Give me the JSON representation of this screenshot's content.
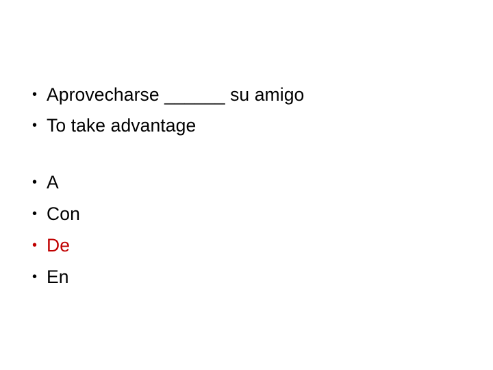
{
  "slide": {
    "background_color": "#FFFFFF",
    "text_color": "#000000",
    "answer_color": "#C00000",
    "bullet_glyph": "•",
    "prompt_group": [
      {
        "id": "prompt-spanish",
        "text": "Aprovecharse ______ su amigo",
        "text_before_blank": "Aprovecharse ",
        "blank": "______",
        "text_after_blank": " su amigo",
        "is_answer": false
      },
      {
        "id": "prompt-english",
        "text": "To take advantage",
        "is_answer": false
      }
    ],
    "options_group": [
      {
        "id": "option-a",
        "label": "A",
        "is_answer": false
      },
      {
        "id": "option-con",
        "label": "Con",
        "is_answer": false
      },
      {
        "id": "option-de",
        "label": "De",
        "is_answer": true
      },
      {
        "id": "option-en",
        "label": "En",
        "is_answer": false
      }
    ]
  }
}
